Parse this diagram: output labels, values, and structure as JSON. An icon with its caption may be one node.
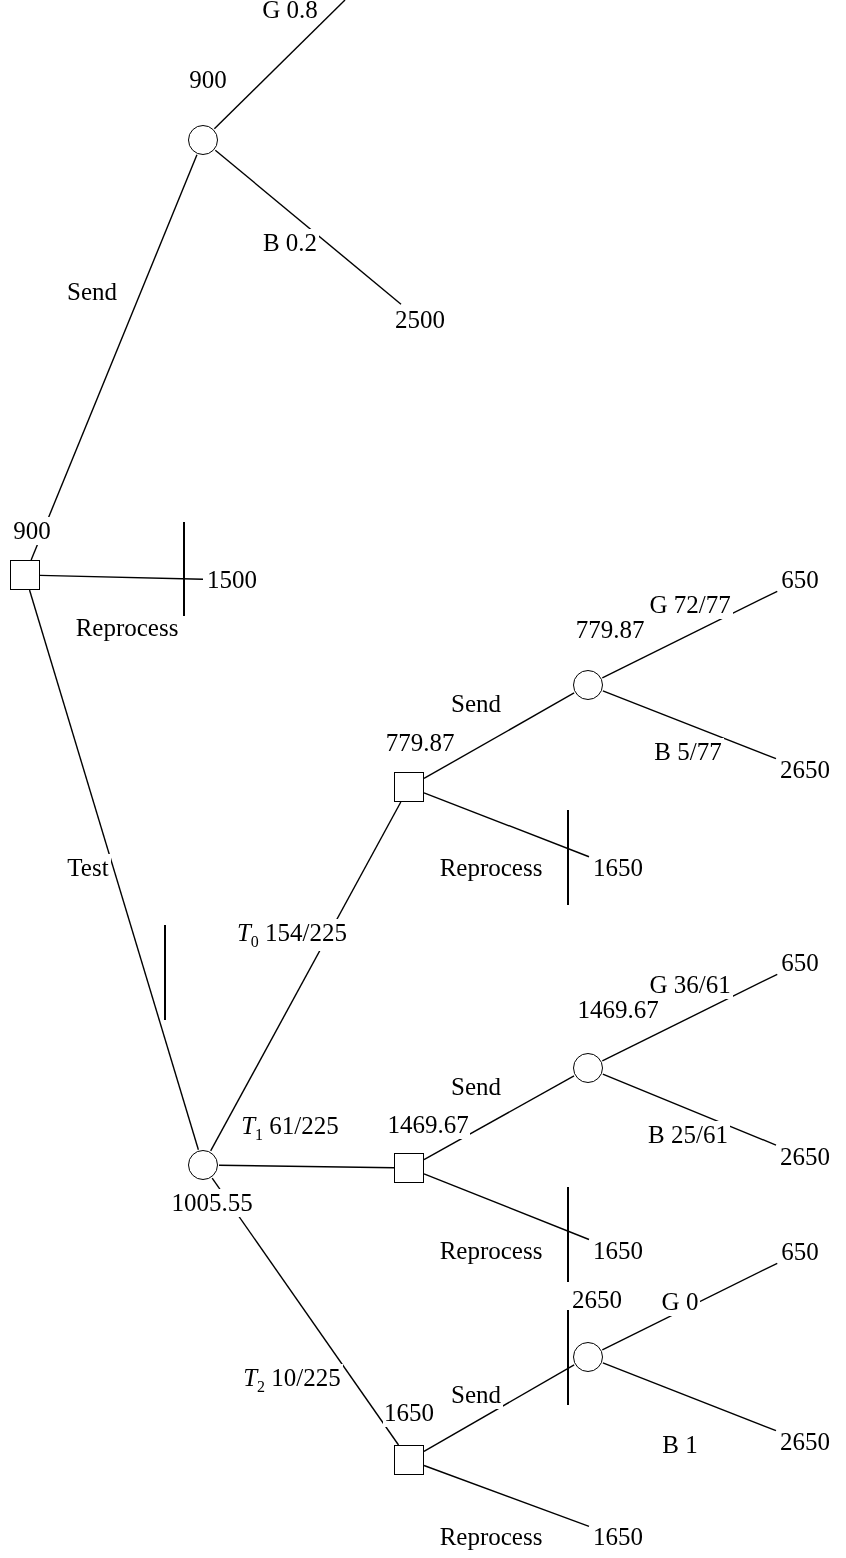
{
  "diagram": {
    "nodes": [
      {
        "text": [],
        "shape": "box",
        "beside": [
          "900"
        ]
      },
      {
        "text": [],
        "shape": "circle",
        "beside": [
          "900"
        ]
      },
      {
        "text": [
          "2500"
        ]
      },
      {
        "text": [
          "1500"
        ]
      },
      {
        "text": [],
        "shape": "circle",
        "beside": [
          "1005.55"
        ]
      },
      {
        "text": [],
        "shape": "box",
        "beside": [
          "779.87"
        ]
      },
      {
        "text": [],
        "shape": "circle",
        "beside": [
          "779.87"
        ]
      },
      {
        "text": [
          "650"
        ]
      },
      {
        "text": [
          "2650"
        ]
      },
      {
        "text": [
          "1650"
        ]
      },
      {
        "text": [],
        "shape": "box",
        "beside": [
          "1469.67"
        ]
      },
      {
        "text": [],
        "shape": "circle",
        "beside": [
          "1469.67"
        ]
      },
      {
        "text": [
          "650"
        ]
      },
      {
        "text": [
          "2650"
        ]
      },
      {
        "text": [
          "1650"
        ]
      },
      {
        "text": [],
        "shape": "box",
        "beside": [
          "1650"
        ]
      },
      {
        "text": [],
        "shape": "circle",
        "beside": [
          "2650"
        ]
      },
      {
        "text": [
          "650"
        ]
      },
      {
        "text": [
          "2650"
        ]
      },
      {
        "text": [
          "1650"
        ]
      }
    ],
    "edges": [
      {
        "from": 0,
        "to": 1,
        "arrow": "none",
        "label": "Send"
      },
      {
        "from": 1,
        "to": null,
        "arrow": "none",
        "label": "G 0.8"
      },
      {
        "from": 1,
        "to": 2,
        "arrow": "none",
        "label": "B 0.2"
      },
      {
        "from": 0,
        "to": 3,
        "arrow": "none",
        "label": "Reprocess"
      },
      {
        "from": 0,
        "to": 4,
        "arrow": "none",
        "label": "Test"
      },
      {
        "from": 4,
        "to": 5,
        "arrow": "none",
        "label": "*T*$_{0}$ 154/225"
      },
      {
        "from": 4,
        "to": 10,
        "arrow": "none",
        "label": "*T*$_{1}$ 61/225"
      },
      {
        "from": 4,
        "to": 15,
        "arrow": "none",
        "label": "*T*$_{2}$ 10/225"
      },
      {
        "from": 5,
        "to": 6,
        "arrow": "none",
        "label": "Send"
      },
      {
        "from": 6,
        "to": 7,
        "arrow": "none",
        "label": "G 72/77"
      },
      {
        "from": 6,
        "to": 8,
        "arrow": "none",
        "label": "B 5/77"
      },
      {
        "from": 5,
        "to": 9,
        "arrow": "none",
        "label": "Reprocess"
      },
      {
        "from": 10,
        "to": 11,
        "arrow": "none",
        "label": "Send"
      },
      {
        "from": 11,
        "to": 12,
        "arrow": "none",
        "label": "G 36/61"
      },
      {
        "from": 11,
        "to": 13,
        "arrow": "none",
        "label": "B 25/61"
      },
      {
        "from": 10,
        "to": 14,
        "arrow": "none",
        "label": "Reprocess"
      },
      {
        "from": 15,
        "to": 16,
        "arrow": "none",
        "label": "Send"
      },
      {
        "from": 16,
        "to": 17,
        "arrow": "none",
        "label": "G 0"
      },
      {
        "from": 16,
        "to": 18,
        "arrow": "none",
        "label": "B 1"
      },
      {
        "from": 15,
        "to": 19,
        "arrow": "none",
        "label": "Reprocess"
      }
    ]
  }
}
